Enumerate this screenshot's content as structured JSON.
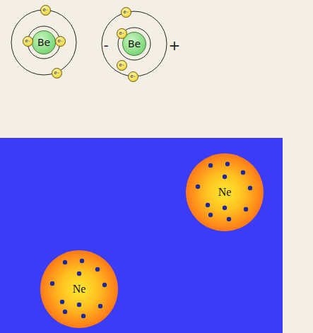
{
  "diagram": {
    "nodes": [
      {
        "text": [
          "Be"
        ]
      },
      {
        "text": [
          "Be"
        ]
      },
      {
        "text": [
          "Ne"
        ]
      },
      {
        "text": [
          "Ne"
        ]
      }
    ],
    "labels": [
      "e-",
      "e-",
      "e-",
      "e-",
      "-",
      "e-",
      "e-",
      "e-",
      "e-",
      "+"
    ]
  }
}
